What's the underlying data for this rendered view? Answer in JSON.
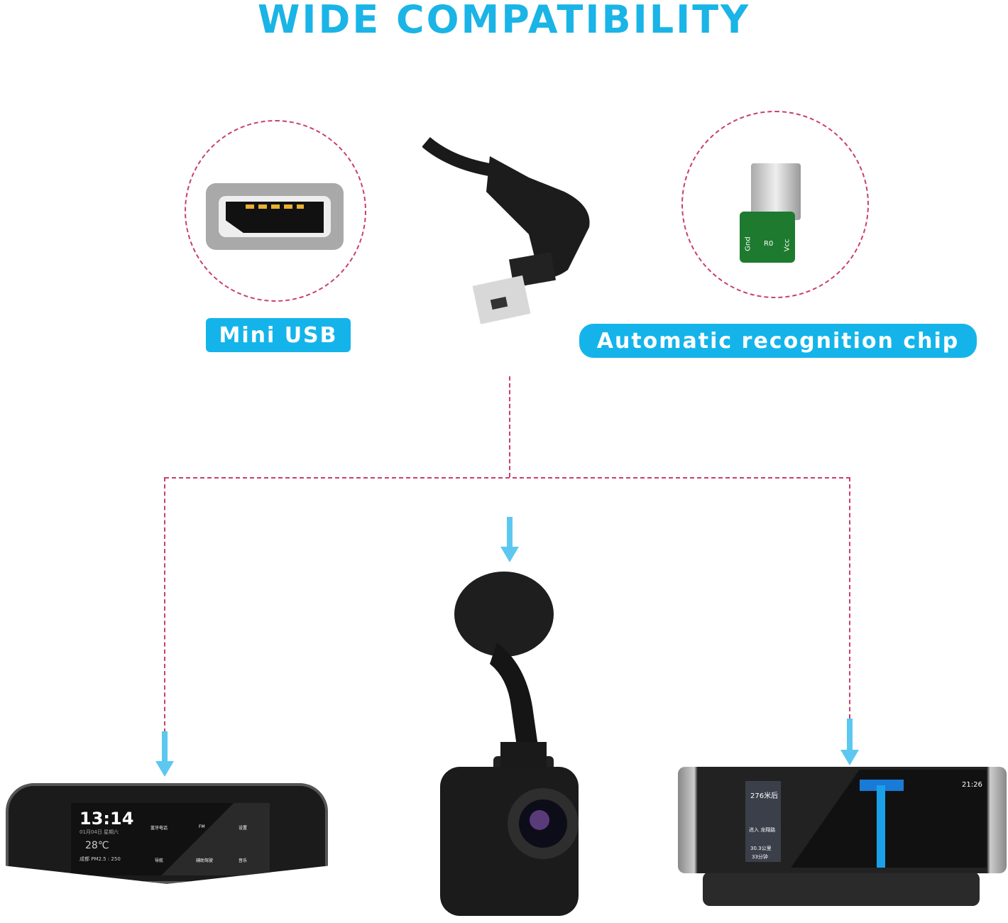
{
  "title": "WIDE COMPATIBILITY",
  "labels": {
    "mini_usb": "Mini USB",
    "chip": "Automatic recognition chip"
  },
  "chip_markings": {
    "gnd": "Gnd",
    "r0": "R0",
    "vcc": "Vcc"
  },
  "mirror_screen": {
    "time": "13:14",
    "date": "01月04日  星期六",
    "temp": "28℃",
    "air": "成都 PM2.5 : 250",
    "apps": [
      "蓝牙电话",
      "FM",
      "设置",
      "导航",
      "辅助驾驶",
      "音乐"
    ]
  },
  "car_display": {
    "time": "21:26",
    "distance": "276米后",
    "road": "进入 龙翔路",
    "remaining": "30.3公里",
    "eta": "33分钟"
  },
  "colors": {
    "accent": "#14b4ea",
    "dashed_line": "#c9406a",
    "arrow": "#5cc8ef"
  }
}
